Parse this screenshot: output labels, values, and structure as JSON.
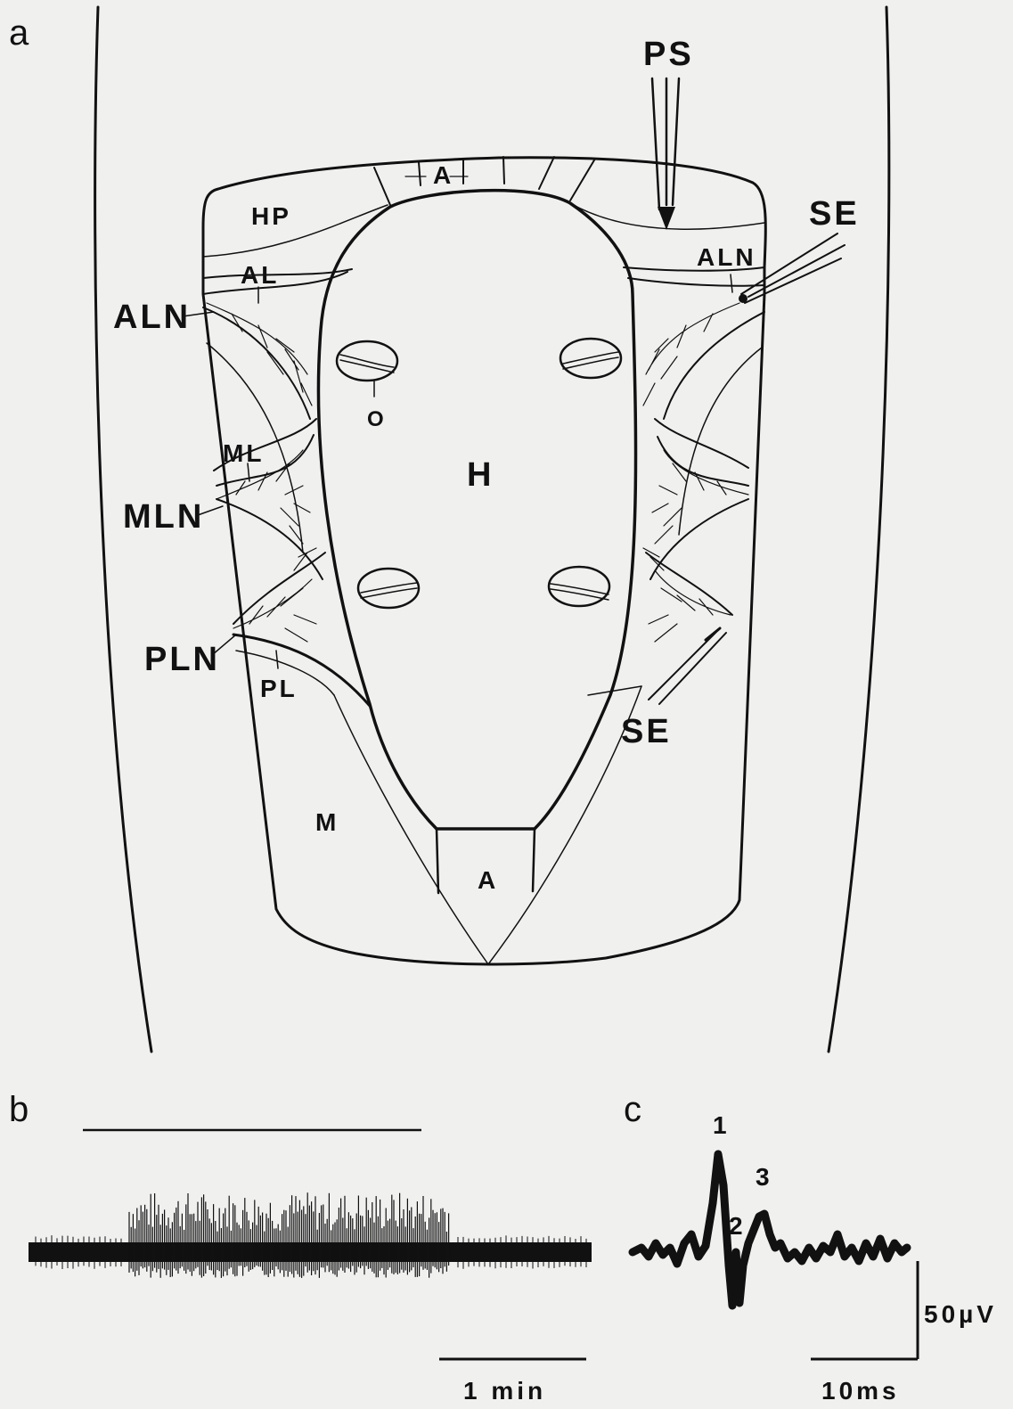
{
  "panels": {
    "a": "a",
    "b": "b",
    "c": "c"
  },
  "labels": {
    "PS": "PS",
    "SE_top": "SE",
    "SE_bottom": "SE",
    "HP": "HP",
    "A_top": "A",
    "AL": "AL",
    "ALN_left": "ALN",
    "ALN_right": "ALN",
    "O": "O",
    "H": "H",
    "ML": "ML",
    "MLN": "MLN",
    "PLN": "PLN",
    "PL": "PL",
    "M": "M",
    "A_bottom": "A"
  },
  "scale_bars": {
    "time_b": "1 min",
    "time_c": "10ms",
    "voltage_c": "50µV"
  },
  "peaks": [
    "1",
    "2",
    "3"
  ]
}
